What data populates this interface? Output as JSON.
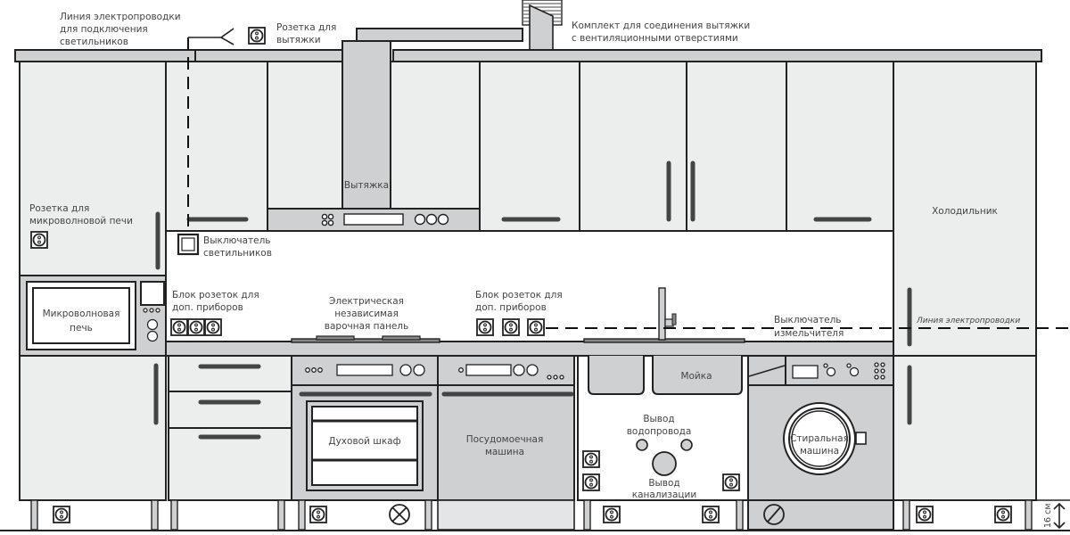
{
  "diagram": {
    "title": "Kitchen appliance and socket layout",
    "labels": {
      "wiring_lights": [
        "Линия электропроводки",
        "для подключения",
        "светильников"
      ],
      "hood_socket": [
        "Розетка для",
        "вытяжки"
      ],
      "vent_kit": [
        "Комплект для соединения вытяжки",
        "с вентиляционными отверстиями"
      ],
      "hood": "Вытяжка",
      "microwave_socket": [
        "Розетка для",
        "микроволновой печи"
      ],
      "light_switch": [
        "Выключатель",
        "светильников"
      ],
      "socket_block_left": [
        "Блок розеток для",
        "доп. приборов"
      ],
      "hob": [
        "Электрическая",
        "независимая",
        "варочная панель"
      ],
      "socket_block_mid": [
        "Блок розеток для",
        "доп. приборов"
      ],
      "shredder_switch": [
        "Выключатель",
        "измельчителя"
      ],
      "wiring_line": "Линия электропроводки",
      "fridge": "Холодильник",
      "microwave": [
        "Микроволновая",
        "печь"
      ],
      "oven": "Духовой шкаф",
      "dishwasher": [
        "Посудомоечная",
        "машина"
      ],
      "sink": "Мойка",
      "water_outlet": [
        "Вывод",
        "водопровода"
      ],
      "sewer_outlet": [
        "Вывод",
        "канализации"
      ],
      "washer": [
        "Стиральная",
        "машина"
      ],
      "plinth_height": "16 см"
    }
  }
}
